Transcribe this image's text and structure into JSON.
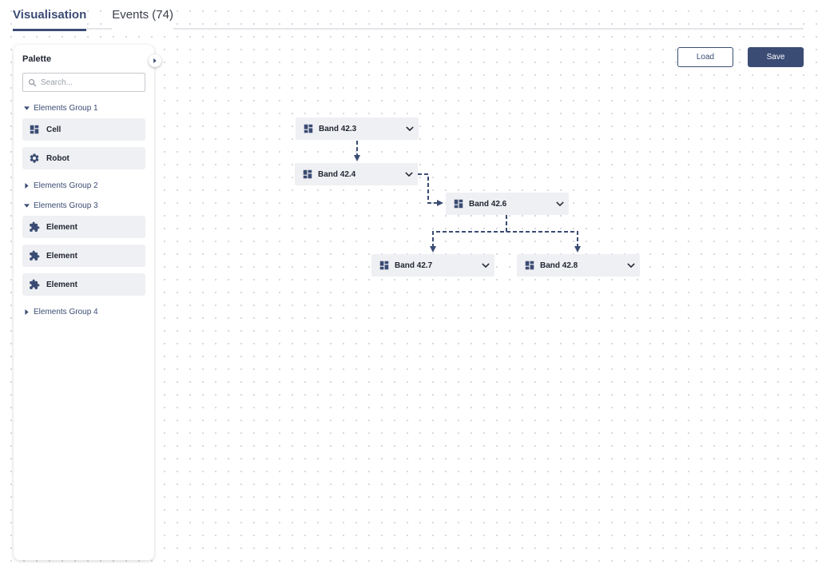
{
  "tabs": [
    {
      "label": "Visualisation",
      "active": true
    },
    {
      "label": "Events (74)",
      "active": false
    }
  ],
  "palette": {
    "title": "Palette",
    "search_placeholder": "Search...",
    "groups": [
      {
        "label": "Elements Group 1",
        "expanded": true,
        "items": [
          {
            "label": "Cell",
            "icon": "dashboard-icon"
          },
          {
            "label": "Robot",
            "icon": "gear-icon"
          }
        ]
      },
      {
        "label": "Elements Group 2",
        "expanded": false,
        "items": []
      },
      {
        "label": "Elements Group 3",
        "expanded": true,
        "items": [
          {
            "label": "Element",
            "icon": "puzzle-icon"
          },
          {
            "label": "Element",
            "icon": "puzzle-icon"
          },
          {
            "label": "Element",
            "icon": "puzzle-icon"
          }
        ]
      },
      {
        "label": "Elements Group 4",
        "expanded": false,
        "items": []
      }
    ]
  },
  "toolbar": {
    "load_label": "Load",
    "save_label": "Save"
  },
  "diagram": {
    "nodes": [
      {
        "id": "n1",
        "label": "Band 42.3",
        "icon": "dashboard-icon"
      },
      {
        "id": "n2",
        "label": "Band 42.4",
        "icon": "dashboard-icon"
      },
      {
        "id": "n3",
        "label": "Band 42.6",
        "icon": "dashboard-icon"
      },
      {
        "id": "n4",
        "label": "Band 42.7",
        "icon": "dashboard-icon"
      },
      {
        "id": "n5",
        "label": "Band 42.8",
        "icon": "dashboard-icon"
      }
    ],
    "edges": [
      {
        "from": "Band 42.3",
        "to": "Band 42.4"
      },
      {
        "from": "Band 42.4",
        "to": "Band 42.6"
      },
      {
        "from": "Band 42.6",
        "to": "Band 42.7"
      },
      {
        "from": "Band 42.6",
        "to": "Band 42.8"
      }
    ]
  },
  "colors": {
    "accent": "#3b4c74",
    "item_bg": "#eff0f3",
    "border": "#c6c9cf"
  }
}
